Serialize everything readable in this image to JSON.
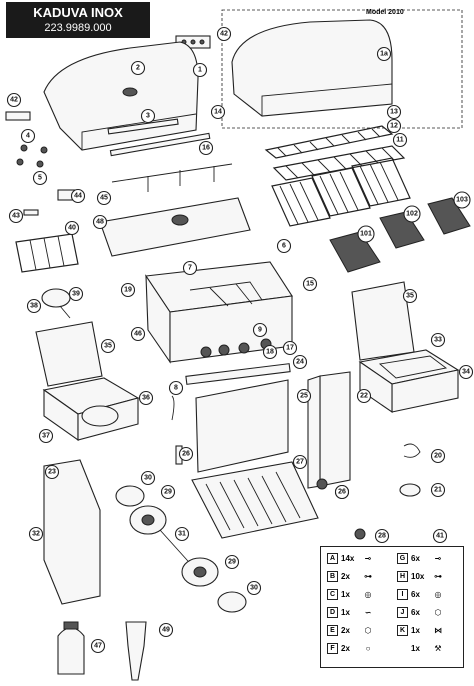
{
  "header": {
    "title": "KADUVA INOX",
    "code": "223.9989.000"
  },
  "model_label": "Model 2010",
  "callouts": [
    "1",
    "1a",
    "2",
    "3",
    "4",
    "5",
    "6",
    "7",
    "8",
    "9",
    "11",
    "12",
    "13",
    "14",
    "15",
    "16",
    "17",
    "18",
    "19",
    "20",
    "21",
    "22",
    "23",
    "24",
    "25",
    "26",
    "27",
    "28",
    "29",
    "30",
    "31",
    "32",
    "33",
    "34",
    "35",
    "36",
    "37",
    "38",
    "39",
    "40",
    "41",
    "42",
    "43",
    "44",
    "45",
    "46",
    "47",
    "48",
    "49",
    "101",
    "102",
    "103"
  ],
  "legend": {
    "rows": [
      {
        "key": "A",
        "qty": "14x",
        "icon": "screw-icon"
      },
      {
        "key": "B",
        "qty": "2x",
        "icon": "bolt-icon"
      },
      {
        "key": "C",
        "qty": "1x",
        "icon": "washer-icon"
      },
      {
        "key": "D",
        "qty": "1x",
        "icon": "cotter-pin-icon"
      },
      {
        "key": "E",
        "qty": "2x",
        "icon": "nut-icon"
      },
      {
        "key": "F",
        "qty": "2x",
        "icon": "ring-icon"
      },
      {
        "key": "G",
        "qty": "6x",
        "icon": "screw-icon"
      },
      {
        "key": "H",
        "qty": "10x",
        "icon": "bolt-icon"
      },
      {
        "key": "I",
        "qty": "6x",
        "icon": "washer-icon"
      },
      {
        "key": "J",
        "qty": "6x",
        "icon": "nut-icon"
      },
      {
        "key": "K",
        "qty": "1x",
        "icon": "wing-nut-icon"
      },
      {
        "key": "",
        "qty": "1x",
        "icon": "wrench-icon"
      }
    ]
  }
}
